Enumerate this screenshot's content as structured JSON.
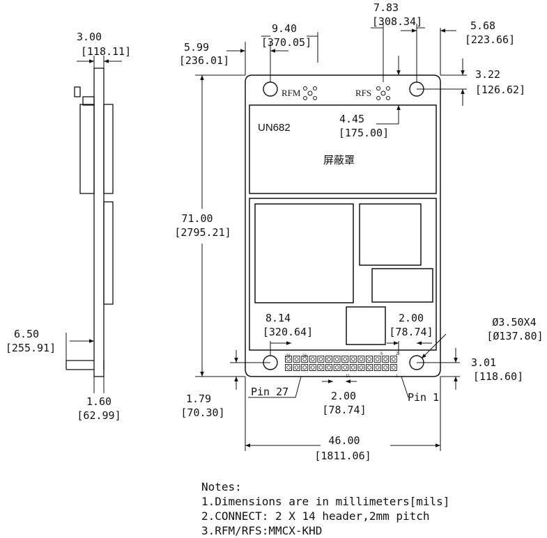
{
  "board": {
    "model_label": "UN682",
    "shield_label": "屏蔽罩",
    "rfm_label": "RFM",
    "rfs_label": "RFS",
    "pin_labels": {
      "left_top": "28",
      "left_mid": "26",
      "right_a": "6",
      "right_b": "2",
      "mid_bottom": "11",
      "right_bottom": "1"
    }
  },
  "dimensions": {
    "side_width": {
      "mm": "3.00",
      "mils": "[118.11]"
    },
    "rfm_offset": {
      "mm": "5.99",
      "mils": "[236.01]"
    },
    "rfm_to_center": {
      "mm": "9.40",
      "mils": "[370.05]"
    },
    "rfs_to_center": {
      "mm": "7.83",
      "mils": "[308.34]"
    },
    "rfs_offset": {
      "mm": "5.68",
      "mils": "[223.66]"
    },
    "top_offset": {
      "mm": "3.22",
      "mils": "[126.62]"
    },
    "shield_offset": {
      "mm": "4.45",
      "mils": "[175.00]"
    },
    "height": {
      "mm": "71.00",
      "mils": "[2795.21]"
    },
    "side_pin_len": {
      "mm": "6.50",
      "mils": "[255.91]"
    },
    "pcb_thickness": {
      "mm": "1.60",
      "mils": "[62.99]"
    },
    "header_left": {
      "mm": "8.14",
      "mils": "[320.64]"
    },
    "header_right": {
      "mm": "2.00",
      "mils": "[78.74]"
    },
    "hole_diameter": {
      "mm": "Ø3.50X4",
      "mils": "[Ø137.80]"
    },
    "hole_bottom": {
      "mm": "3.01",
      "mils": "[118.60]"
    },
    "pin27_bottom": {
      "mm": "1.79",
      "mils": "[70.30]"
    },
    "pitch": {
      "mm": "2.00",
      "mils": "[78.74]"
    },
    "width": {
      "mm": "46.00",
      "mils": "[1811.06]"
    }
  },
  "callouts": {
    "pin27": "Pin 27",
    "pin1": "Pin 1"
  },
  "notes": {
    "title": "Notes:",
    "lines": [
      "1.Dimensions are in millimeters[mils]",
      "2.CONNECT: 2 X 14 header,2mm pitch",
      "3.RFM/RFS:MMCX-KHD"
    ]
  }
}
